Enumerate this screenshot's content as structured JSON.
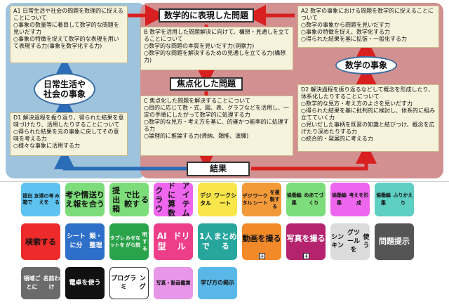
{
  "diagram": {
    "titles": {
      "math": "数学的に表現した問題",
      "focus": "焦点化した問題",
      "result": "結果"
    },
    "clouds": {
      "daily": [
        "日常生活や",
        "社会の事象"
      ],
      "math": "数学の事象"
    },
    "boxes": {
      "a1": {
        "head": "A1 日常生活や社会の問題を数理的に捉えることについて",
        "items": [
          "○事象の数量等に着目して数学的な問題を見いだす力",
          "○事象の特徴を捉えて数学的な表現を用いて表現する力(事象を数学化する力)"
        ]
      },
      "a2": {
        "head": "A2 数学の事象における問題を数学的に捉えることについて",
        "items": [
          "○数学の事象から問題を見いだす力",
          "○事象の特徴を捉え、数学化する力",
          "○得られた結果を基に拡張・一般化する力"
        ]
      },
      "b": {
        "head": "B 数学を活用した問題解決に向けて、構想・見通しを立てることについて",
        "items": [
          "○数学的な問題の本質を見いだす力(洞察力)",
          "○数学的な問題を解決するための見通しを立てる力(構想力)"
        ]
      },
      "c": {
        "head": "C 焦点化した問題を解決することについて",
        "items": [
          "○目的に応じて数・式、図、表、グラフなどを活用し、一定の手順にしたがって数学的に処理する力",
          "○数学的な見方・考え方を基に、的確かつ能率的に処理する力",
          "○論理的に推論する力(帰納、類推、演繹)"
        ]
      },
      "d1": {
        "head": "D1 解決過程を振り返り、得られた結果を意味づけたり、活用したりすることについて",
        "items": [
          "○得られた結果を元の事象に戻してその意味を考える力",
          "○様々な事象に活用する力"
        ]
      },
      "d2": {
        "head": "D2 解決過程を振り返るなどして概念を形成したり、体系化したりすることについて",
        "items": [
          "○数学的な見方・考え方のよさを見いだす力",
          "○得られた結果を基に批判的に検討し、体系的に組み立てていく力",
          "○見いだした事柄を既習の知識と結びつけ、概念を広げたり深めたりする力",
          "○統合的・発展的に考える力"
        ]
      }
    }
  },
  "tools": [
    {
      "lines": [
        "提出箱で",
        "友達の考えを",
        "みる"
      ],
      "bg": "#5ec3f0",
      "fg": "#111111"
    },
    {
      "lines": [
        "考え",
        "や情報を",
        "送り合う"
      ],
      "bg": "#7ddd7a",
      "fg": "#111111"
    },
    {
      "lines": [
        "提出箱",
        "で比較す",
        "る"
      ],
      "bg": "#7ddd7a",
      "fg": "#111111"
    },
    {
      "lines": [
        "クラウ",
        "ドに算数",
        "アイテム"
      ],
      "bg": "#ee66ee",
      "fg": "#111111"
    },
    {
      "lines": [
        "デジタル",
        "ワークシート"
      ],
      "bg": "#f8e64a",
      "fg": "#111111"
    },
    {
      "lines": [
        "デジタル",
        "ワークシート",
        "を複製する"
      ],
      "bg": "#f29a3a",
      "fg": "#111111"
    },
    {
      "lines": [
        "協働編集",
        "めあてづくり"
      ],
      "bg": "#7ddd7a",
      "fg": "#111111"
    },
    {
      "lines": [
        "協働編集",
        "考えを形成"
      ],
      "bg": "#ee66ee",
      "fg": "#111111"
    },
    {
      "lines": [
        "協働編集",
        "ふりかえり"
      ],
      "bg": "#5ecfc3",
      "fg": "#111111"
    },
    {
      "lines": [
        "検索する"
      ],
      "bg": "#ee2b2b",
      "fg": "#111111"
    },
    {
      "lines": [
        "シートに分",
        "類・整理"
      ],
      "bg": "#2e6fc9",
      "fg": "#ffffff"
    },
    {
      "lines": [
        "タブレットを",
        "みせながら説",
        "明する"
      ],
      "bg": "#2aa34a",
      "fg": "#ffffff"
    },
    {
      "lines": [
        "AI型",
        "ドリル"
      ],
      "bg": "#ee3e8a",
      "fg": "#ffffff"
    },
    {
      "lines": [
        "1人で",
        "まとめる"
      ],
      "bg": "#27a69e",
      "fg": "#ffffff"
    },
    {
      "lines": [
        "動画を撮",
        "る"
      ],
      "bg": "#f28a2a",
      "fg": "#111111",
      "plus": true
    },
    {
      "lines": [
        "写真を撮",
        "る"
      ],
      "bg": "#b5236f",
      "fg": "#ffffff",
      "plus": true
    },
    {
      "lines": [
        "シンキン",
        "グツールを",
        "使う"
      ],
      "bg": "#dcdcdc",
      "fg": "#111111"
    },
    {
      "lines": [
        "問題提示"
      ],
      "bg": "#555555",
      "fg": "#ffffff"
    },
    {
      "lines": [
        "領域ごとに",
        "名前わけ"
      ],
      "bg": "#6b6b6b",
      "fg": "#ffffff"
    },
    {
      "lines": [
        "電卓を",
        "使う"
      ],
      "bg": "#111111",
      "fg": "#ffffff"
    },
    {
      "lines": [
        "プログラミ",
        "ング"
      ],
      "bg": "#ffffff",
      "fg": "#111111",
      "border": true
    },
    {
      "lines": [
        "写真・動画",
        "鑑賞"
      ],
      "bg": "#e896e8",
      "fg": "#111111"
    },
    {
      "lines": [
        "学び方の",
        "掲示"
      ],
      "bg": "#5ab8e8",
      "fg": "#111111"
    }
  ]
}
